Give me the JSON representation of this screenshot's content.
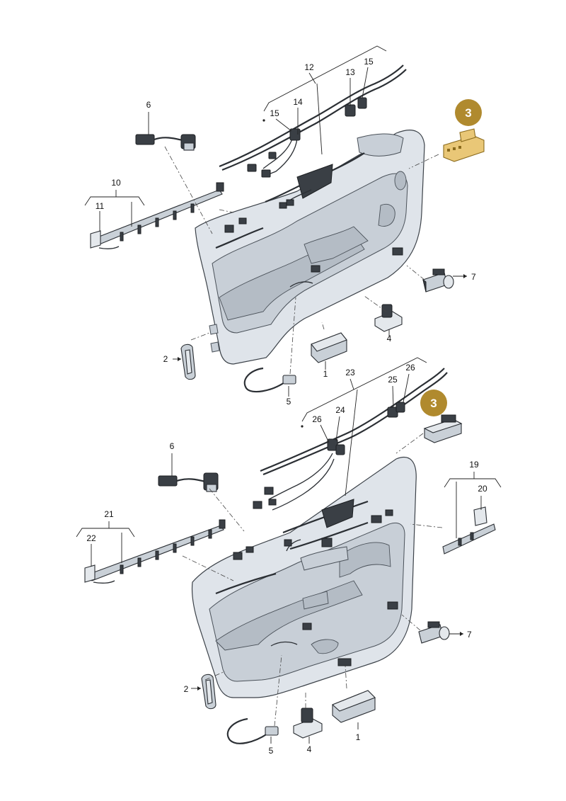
{
  "diagram": {
    "highlight_color": "#b08a2e",
    "callout_badges": [
      {
        "id": "upper",
        "label": "3"
      },
      {
        "id": "lower",
        "label": "3"
      }
    ],
    "upper_labels": {
      "l1": "1",
      "l2": "2",
      "l4": "4",
      "l5": "5",
      "l6": "6",
      "l7": "7",
      "l10": "10",
      "l11": "11",
      "l12": "12",
      "l13": "13",
      "l14": "14",
      "l15a": "15",
      "l15b": "15"
    },
    "lower_labels": {
      "l1": "1",
      "l2": "2",
      "l4": "4",
      "l5": "5",
      "l6": "6",
      "l7": "7",
      "l19": "19",
      "l20": "20",
      "l21": "21",
      "l22": "22",
      "l23": "23",
      "l24": "24",
      "l25": "25",
      "l26a": "26",
      "l26b": "26"
    }
  }
}
